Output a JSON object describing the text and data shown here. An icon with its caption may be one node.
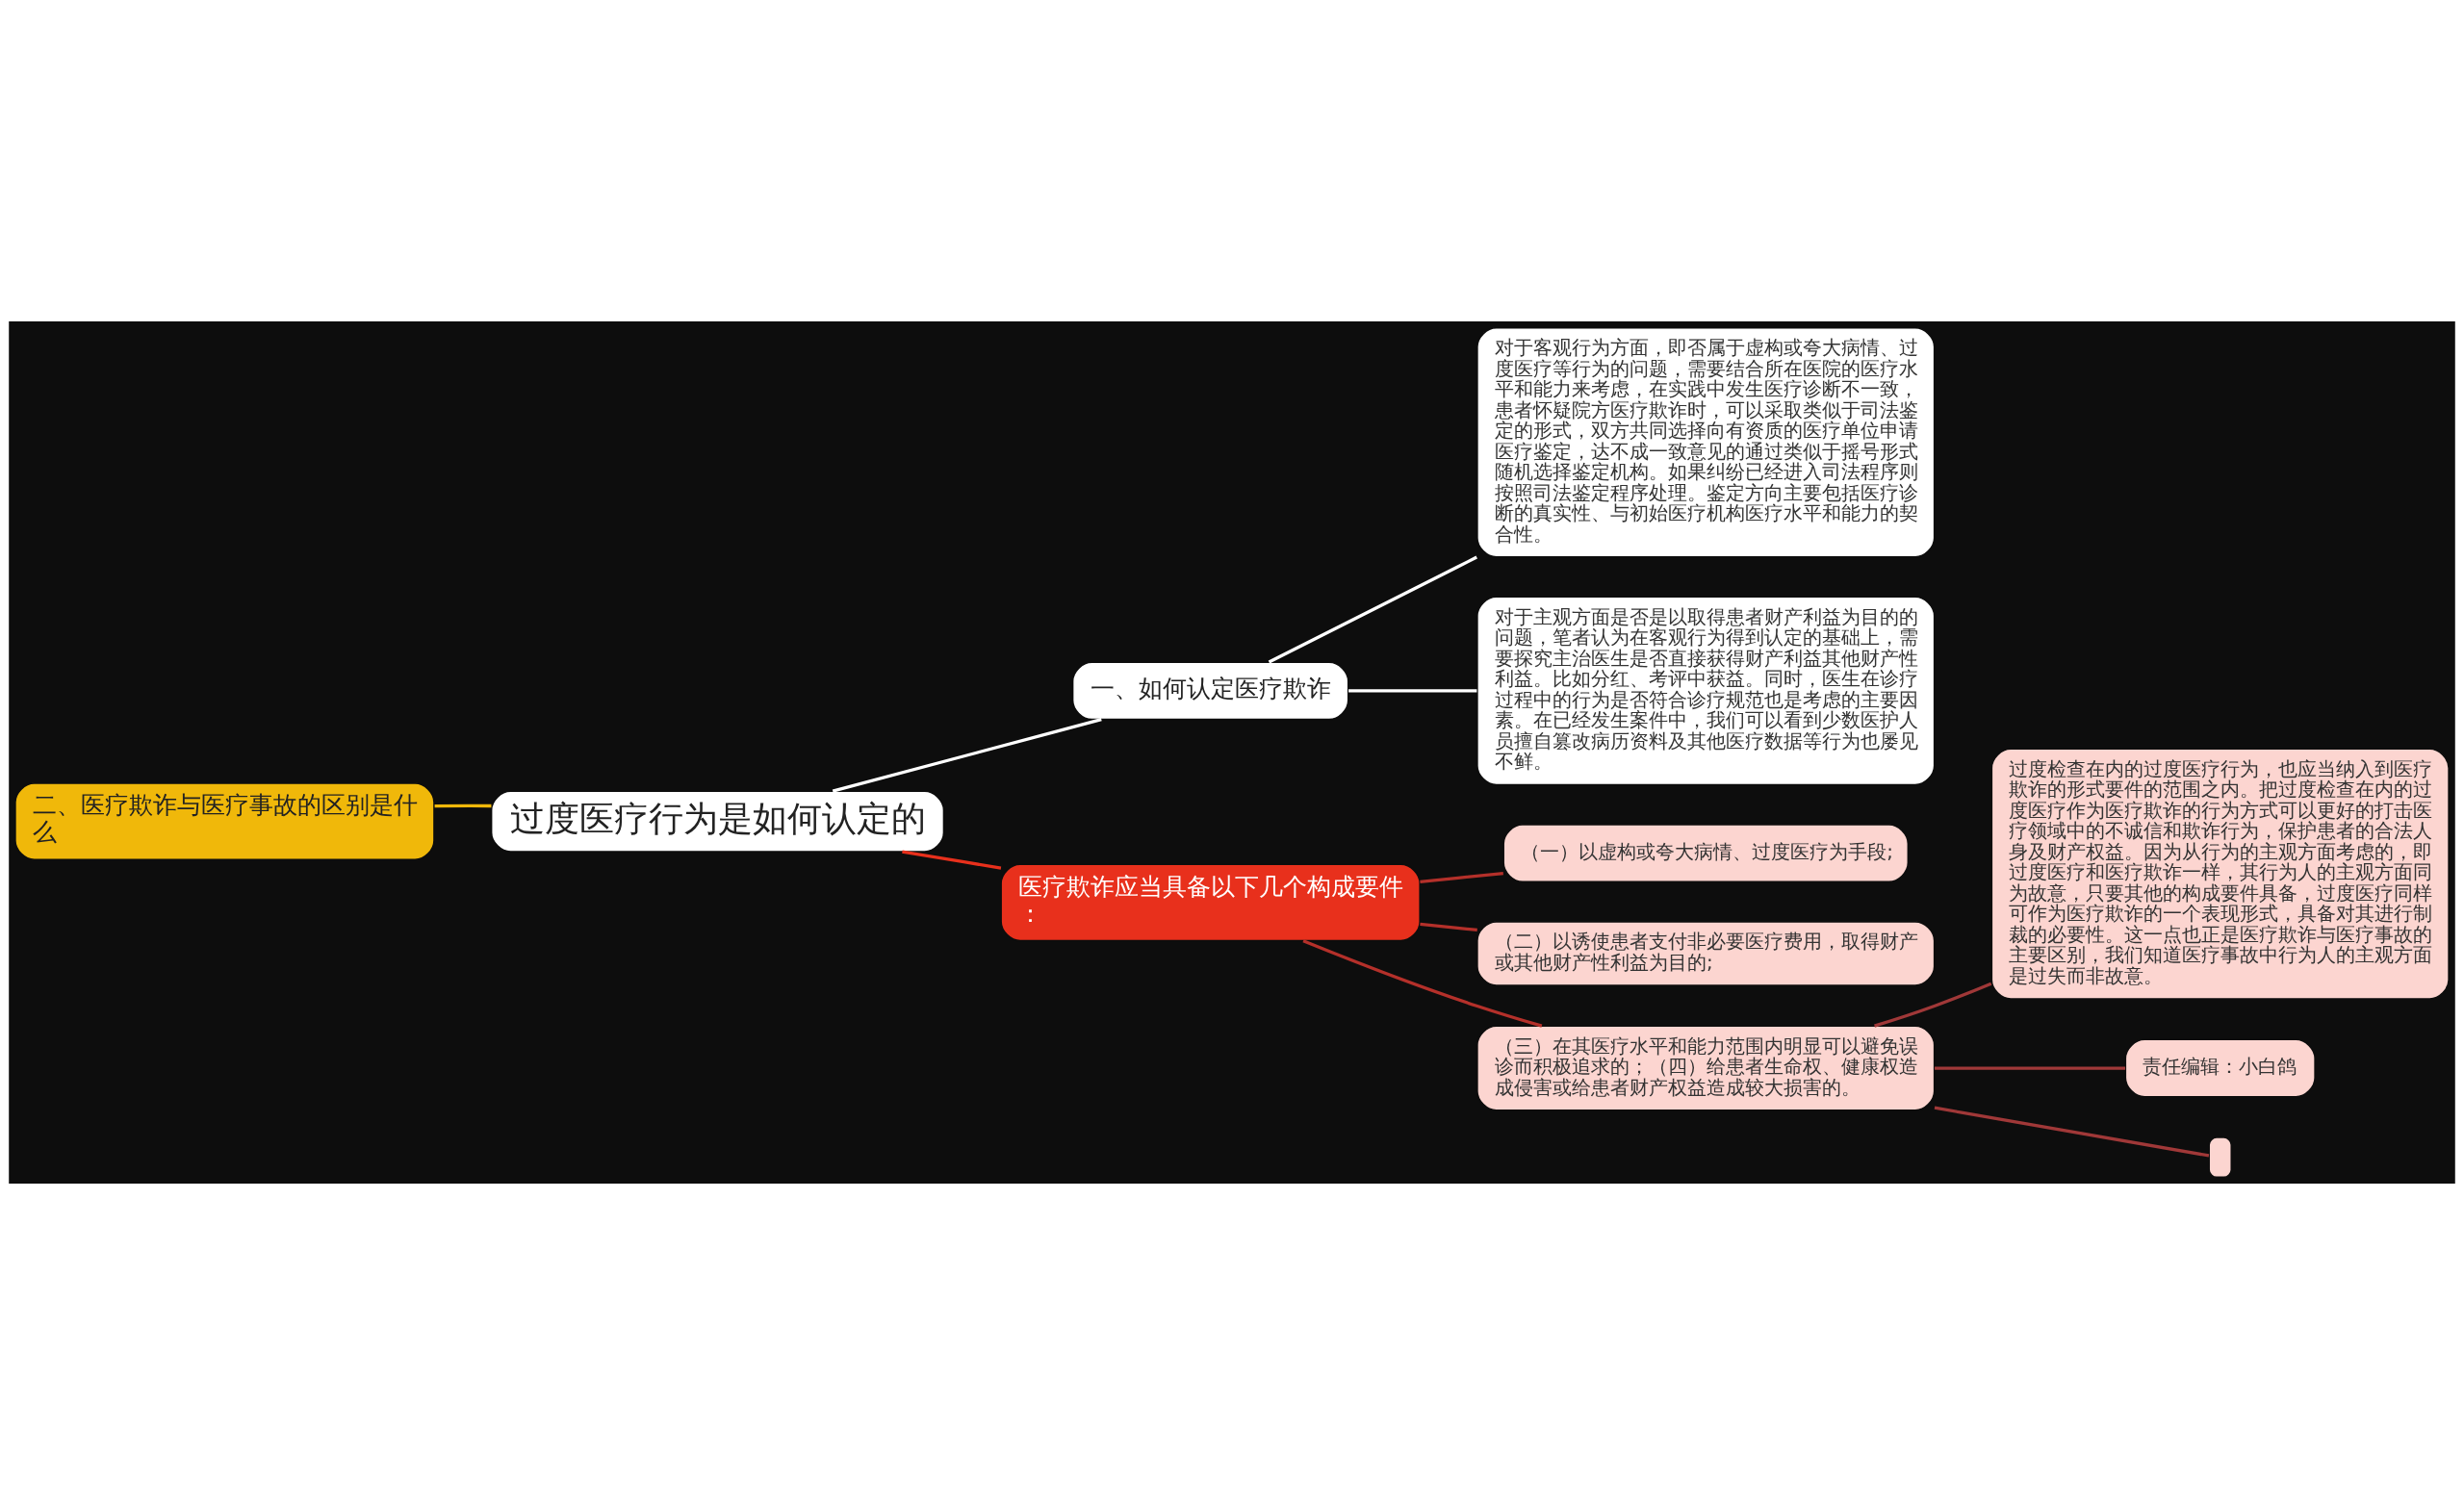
{
  "diagram": {
    "nodes": [
      {
        "text": [
          "过度医疗行为是如何认定的"
        ]
      },
      {
        "text": [
          "二、医疗欺诈与医疗事故的区别是什么"
        ]
      },
      {
        "text": [
          "一、如何认定医疗欺诈"
        ]
      },
      {
        "text": [
          "对于客观行为方面，即否属于虚构或夸大病情、过度医疗等行为的问题，需要结合所在医院的医疗水平和能力来考虑，在实践中发生医疗诊断不一致，患者怀疑院方医疗欺诈时，可以采取类似于司法鉴定的形式，双方共同选择向有资质的医疗单位申请医疗鉴定，达不成一致意见的通过类似于摇号形式随机选择鉴定机构。如果纠纷已经进入司法程序则按照司法鉴定程序处理。鉴定方向主要包括医疗诊断的真实性、与初始医疗机构医疗水平和能力的契合性。"
        ]
      },
      {
        "text": [
          "对于主观方面是否是以取得患者财产利益为目的的问题，笔者认为在客观行为得到认定的基础上，需要探究主治医生是否直接获得财产利益其他财产性利益。比如分红、考评中获益。同时，医生在诊疗过程中的行为是否符合诊疗规范也是考虑的主要因素。在已经发生案件中，我们可以看到少数医护人员擅自篡改病历资料及其他医疗数据等行为也屡见不鲜。"
        ]
      },
      {
        "text": [
          "医疗欺诈应当具备以下几个构成要件："
        ]
      },
      {
        "text": [
          "（一）以虚构或夸大病情、过度医疗为手段;"
        ]
      },
      {
        "text": [
          "（二）以诱使患者支付非必要医疗费用，取得财产或其他财产性利益为目的;"
        ]
      },
      {
        "text": [
          "（三）在其医疗水平和能力范围内明显可以避免误诊而积极追求的；（四）给患者生命权、健康权造成侵害或给患者财产权益造成较大损害的。"
        ]
      },
      {
        "text": [
          "过度检查在内的过度医疗行为，也应当纳入到医疗欺诈的形式要件的范围之内。把过度检查在内的过度医疗作为医疗欺诈的行为方式可以更好的打击医疗领域中的不诚信和欺诈行为，保护患者的合法人身及财产权益。因为从行为的主观方面考虑的，即过度医疗和医疗欺诈一样，其行为人的主观方面同为故意，只要其他的构成要件具备，过度医疗同样可作为医疗欺诈的一个表现形式，具备对其进行制裁的必要性。这一点也正是医疗欺诈与医疗事故的主要区别，我们知道医疗事故中行为人的主观方面是过失而非故意。"
        ]
      },
      {
        "text": [
          "责任编辑：小白鸽"
        ]
      },
      {
        "text": [],
        "shape": "box"
      }
    ],
    "edges": [
      {
        "from": 0,
        "to": 1,
        "arrow": "none",
        "color": "#f0b80a"
      },
      {
        "from": 0,
        "to": 2,
        "arrow": "none",
        "color": "#ffffff"
      },
      {
        "from": 2,
        "to": 3,
        "arrow": "none",
        "color": "#ffffff"
      },
      {
        "from": 2,
        "to": 4,
        "arrow": "none",
        "color": "#ffffff"
      },
      {
        "from": 0,
        "to": 5,
        "arrow": "none",
        "color": "#e8301c"
      },
      {
        "from": 5,
        "to": 6,
        "arrow": "none",
        "color": "#b4302a"
      },
      {
        "from": 5,
        "to": 7,
        "arrow": "none",
        "color": "#b4302a"
      },
      {
        "from": 5,
        "to": 8,
        "arrow": "none",
        "color": "#b4302a"
      },
      {
        "from": 8,
        "to": 9,
        "arrow": "none",
        "color": "#a03838"
      },
      {
        "from": 8,
        "to": 10,
        "arrow": "none",
        "color": "#a03838"
      },
      {
        "from": 8,
        "to": 11,
        "arrow": "none",
        "color": "#a03838"
      }
    ]
  }
}
